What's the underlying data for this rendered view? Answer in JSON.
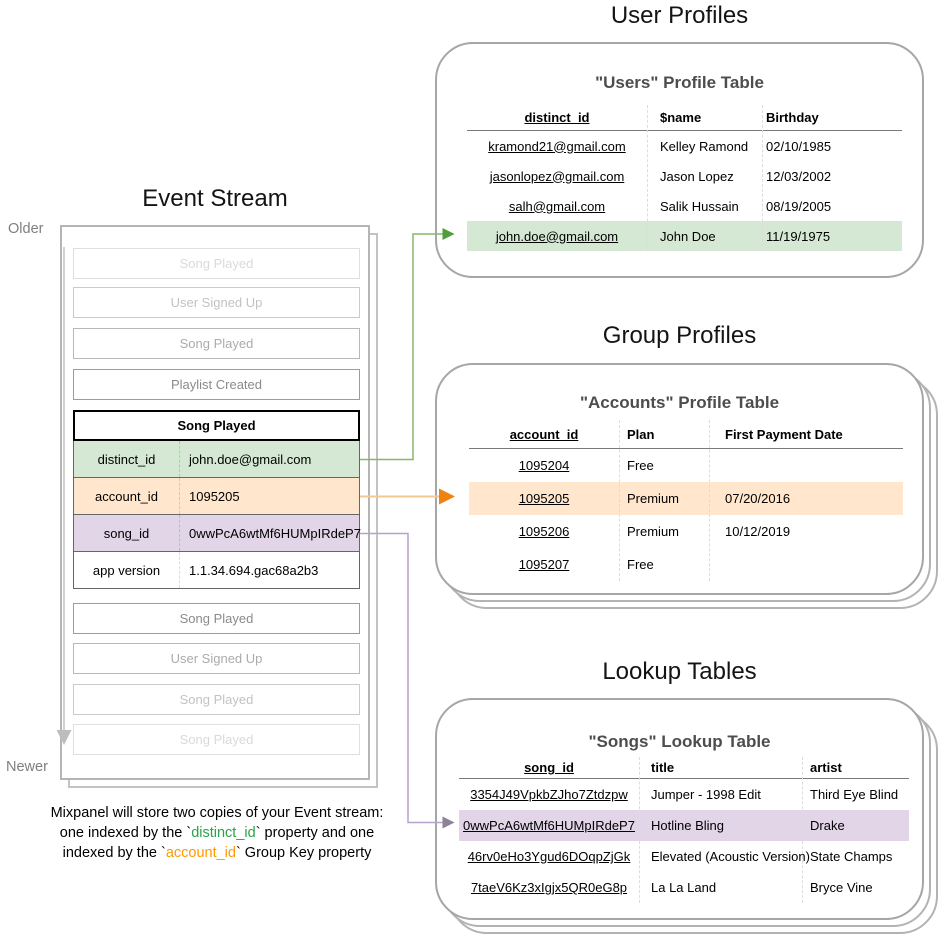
{
  "colors": {
    "highlight_green": "#d5e8d4",
    "highlight_orange": "#ffe6cc",
    "highlight_purple": "#e1d5e7",
    "arrow_green": "#76ab58",
    "arrow_orange": "#ee8312",
    "arrow_purple": "#8d8296",
    "keyword_green": "#2aa24b",
    "keyword_orange": "#ff9900"
  },
  "event_stream": {
    "title": "Event Stream",
    "older_label": "Older",
    "newer_label": "Newer",
    "events_before": [
      "Song Played",
      "User Signed Up",
      "Song Played",
      "Playlist Created"
    ],
    "expanded_event": {
      "title": "Song Played",
      "properties": [
        {
          "key": "distinct_id",
          "value": "john.doe@gmail.com"
        },
        {
          "key": "account_id",
          "value": "1095205"
        },
        {
          "key": "song_id",
          "value": "0wwPcA6wtMf6HUMpIRdeP7"
        },
        {
          "key": "app version",
          "value": "1.1.34.694.gac68a2b3"
        }
      ]
    },
    "events_after": [
      "Song Played",
      "User Signed Up",
      "Song Played",
      "Song Played"
    ],
    "caption": {
      "line1": "Mixpanel will store two copies of your Event stream:",
      "line2_pre": "one indexed by the `",
      "line2_key": "distinct_id",
      "line2_post": "` property and one",
      "line3_pre": "indexed by the `",
      "line3_key": "account_id",
      "line3_post": "` Group Key property"
    }
  },
  "user_profiles": {
    "section_title": "User Profiles",
    "table": {
      "title": "\"Users\" Profile Table",
      "columns": [
        "distinct_id",
        "$name",
        "Birthday"
      ],
      "rows": [
        [
          "kramond21@gmail.com",
          "Kelley Ramond",
          "02/10/1985"
        ],
        [
          "jasonlopez@gmail.com",
          "Jason Lopez",
          "12/03/2002"
        ],
        [
          "salh@gmail.com",
          "Salik Hussain",
          "08/19/2005"
        ],
        [
          "john.doe@gmail.com",
          "John Doe",
          "11/19/1975"
        ]
      ],
      "highlighted_row": 3
    }
  },
  "group_profiles": {
    "section_title": "Group Profiles",
    "table": {
      "title": "\"Accounts\" Profile Table",
      "columns": [
        "account_id",
        "Plan",
        "First Payment Date"
      ],
      "rows": [
        [
          "1095204",
          "Free",
          ""
        ],
        [
          "1095205",
          "Premium",
          "07/20/2016"
        ],
        [
          "1095206",
          "Premium",
          "10/12/2019"
        ],
        [
          "1095207",
          "Free",
          ""
        ]
      ],
      "highlighted_row": 1
    }
  },
  "lookup_tables": {
    "section_title": "Lookup Tables",
    "table": {
      "title": "\"Songs\" Lookup Table",
      "columns": [
        "song_id",
        "title",
        "artist"
      ],
      "rows": [
        [
          "3354J49VpkbZJho7Ztdzpw",
          "Jumper - 1998 Edit",
          "Third Eye Blind"
        ],
        [
          "0wwPcA6wtMf6HUMpIRdeP7",
          "Hotline Bling",
          "Drake"
        ],
        [
          "46rv0eHo3Ygud6DOqpZjGk",
          "Elevated (Acoustic Version)",
          "State Champs"
        ],
        [
          "7taeV6Kz3xIgjx5QR0eG8p",
          "La La Land",
          "Bryce Vine"
        ]
      ],
      "highlighted_row": 1
    }
  }
}
